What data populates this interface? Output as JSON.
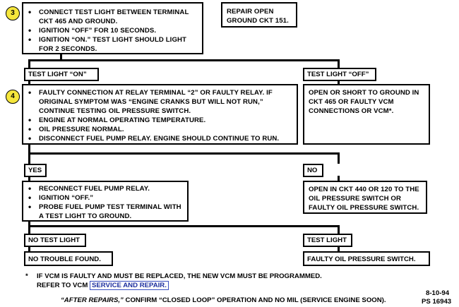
{
  "step3": {
    "number": "3",
    "bullets": [
      "CONNECT TEST LIGHT BETWEEN TERMINAL CKT 465 AND GROUND.",
      "IGNITION “OFF” FOR 10 SECONDS.",
      "IGNITION “ON.”  TEST LIGHT SHOULD LIGHT FOR 2 SECONDS."
    ]
  },
  "repair_box": "REPAIR OPEN GROUND CKT 151.",
  "branch_on": "TEST LIGHT “ON”",
  "branch_off": "TEST LIGHT “OFF”",
  "step4": {
    "number": "4",
    "bullets": [
      "FAULTY CONNECTION AT RELAY TERMINAL “2” OR FAULTY RELAY. IF ORIGINAL SYMPTOM WAS “ENGINE CRANKS BUT WILL NOT RUN,” CONTINUE TESTING OIL PRESSURE SWITCH.",
      "ENGINE AT NORMAL OPERATING TEMPERATURE.",
      "OIL PRESSURE NORMAL.",
      "DISCONNECT FUEL PUMP RELAY.  ENGINE SHOULD CONTINUE TO RUN."
    ]
  },
  "off_result": "OPEN OR SHORT TO GROUND IN CKT 465 OR FAULTY VCM CONNECTIONS OR VCM*.",
  "yes": "YES",
  "no": "NO",
  "yes_box": {
    "bullets": [
      "RECONNECT FUEL PUMP RELAY.",
      "IGNITION “OFF.”",
      "PROBE FUEL PUMP TEST TERMINAL WITH A TEST LIGHT TO GROUND."
    ]
  },
  "no_result": "OPEN IN CKT 440 OR 120 TO THE OIL PRESSURE SWITCH OR FAULTY OIL PRESSURE SWITCH.",
  "no_test_light": "NO TEST LIGHT",
  "test_light": "TEST LIGHT",
  "no_trouble": "NO TROUBLE FOUND.",
  "faulty_switch": "FAULTY OIL PRESSURE SWITCH.",
  "footnote": {
    "star": "*",
    "line1": "IF VCM IS FAULTY AND MUST BE REPLACED, THE NEW VCM MUST BE PROGRAMMED.",
    "line2_prefix": "REFER TO VCM",
    "link": "SERVICE AND REPAIR."
  },
  "date": "8-10-94",
  "ps": "PS 16943",
  "after_repairs": {
    "italic": "“AFTER REPAIRS,”",
    "rest": "CONFIRM “CLOSED LOOP” OPERATION AND NO MIL (SERVICE ENGINE SOON)."
  }
}
